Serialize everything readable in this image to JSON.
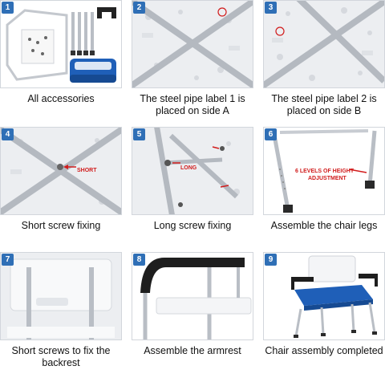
{
  "steps": [
    {
      "number": "1",
      "caption": "All accessories"
    },
    {
      "number": "2",
      "caption": "The steel pipe label 1 is placed on side A"
    },
    {
      "number": "3",
      "caption": "The steel pipe label 2 is placed on side B"
    },
    {
      "number": "4",
      "caption": "Short screw fixing",
      "callout": "SHORT"
    },
    {
      "number": "5",
      "caption": "Long screw fixing",
      "callout": "LONG"
    },
    {
      "number": "6",
      "caption": "Assemble the chair legs",
      "callout_line1": "6 LEVELS OF HEIGHT",
      "callout_line2": "ADJUSTMENT"
    },
    {
      "number": "7",
      "caption": "Short screws to fix the backrest"
    },
    {
      "number": "8",
      "caption": "Assemble the armrest"
    },
    {
      "number": "9",
      "caption": "Chair assembly completed"
    }
  ],
  "colors": {
    "badge": "#2f6fb6",
    "seat_blue": "#1f5fb8",
    "metal": "#b9bec5",
    "plastic": "#f4f5f7",
    "callout_red": "#d11c1c"
  }
}
